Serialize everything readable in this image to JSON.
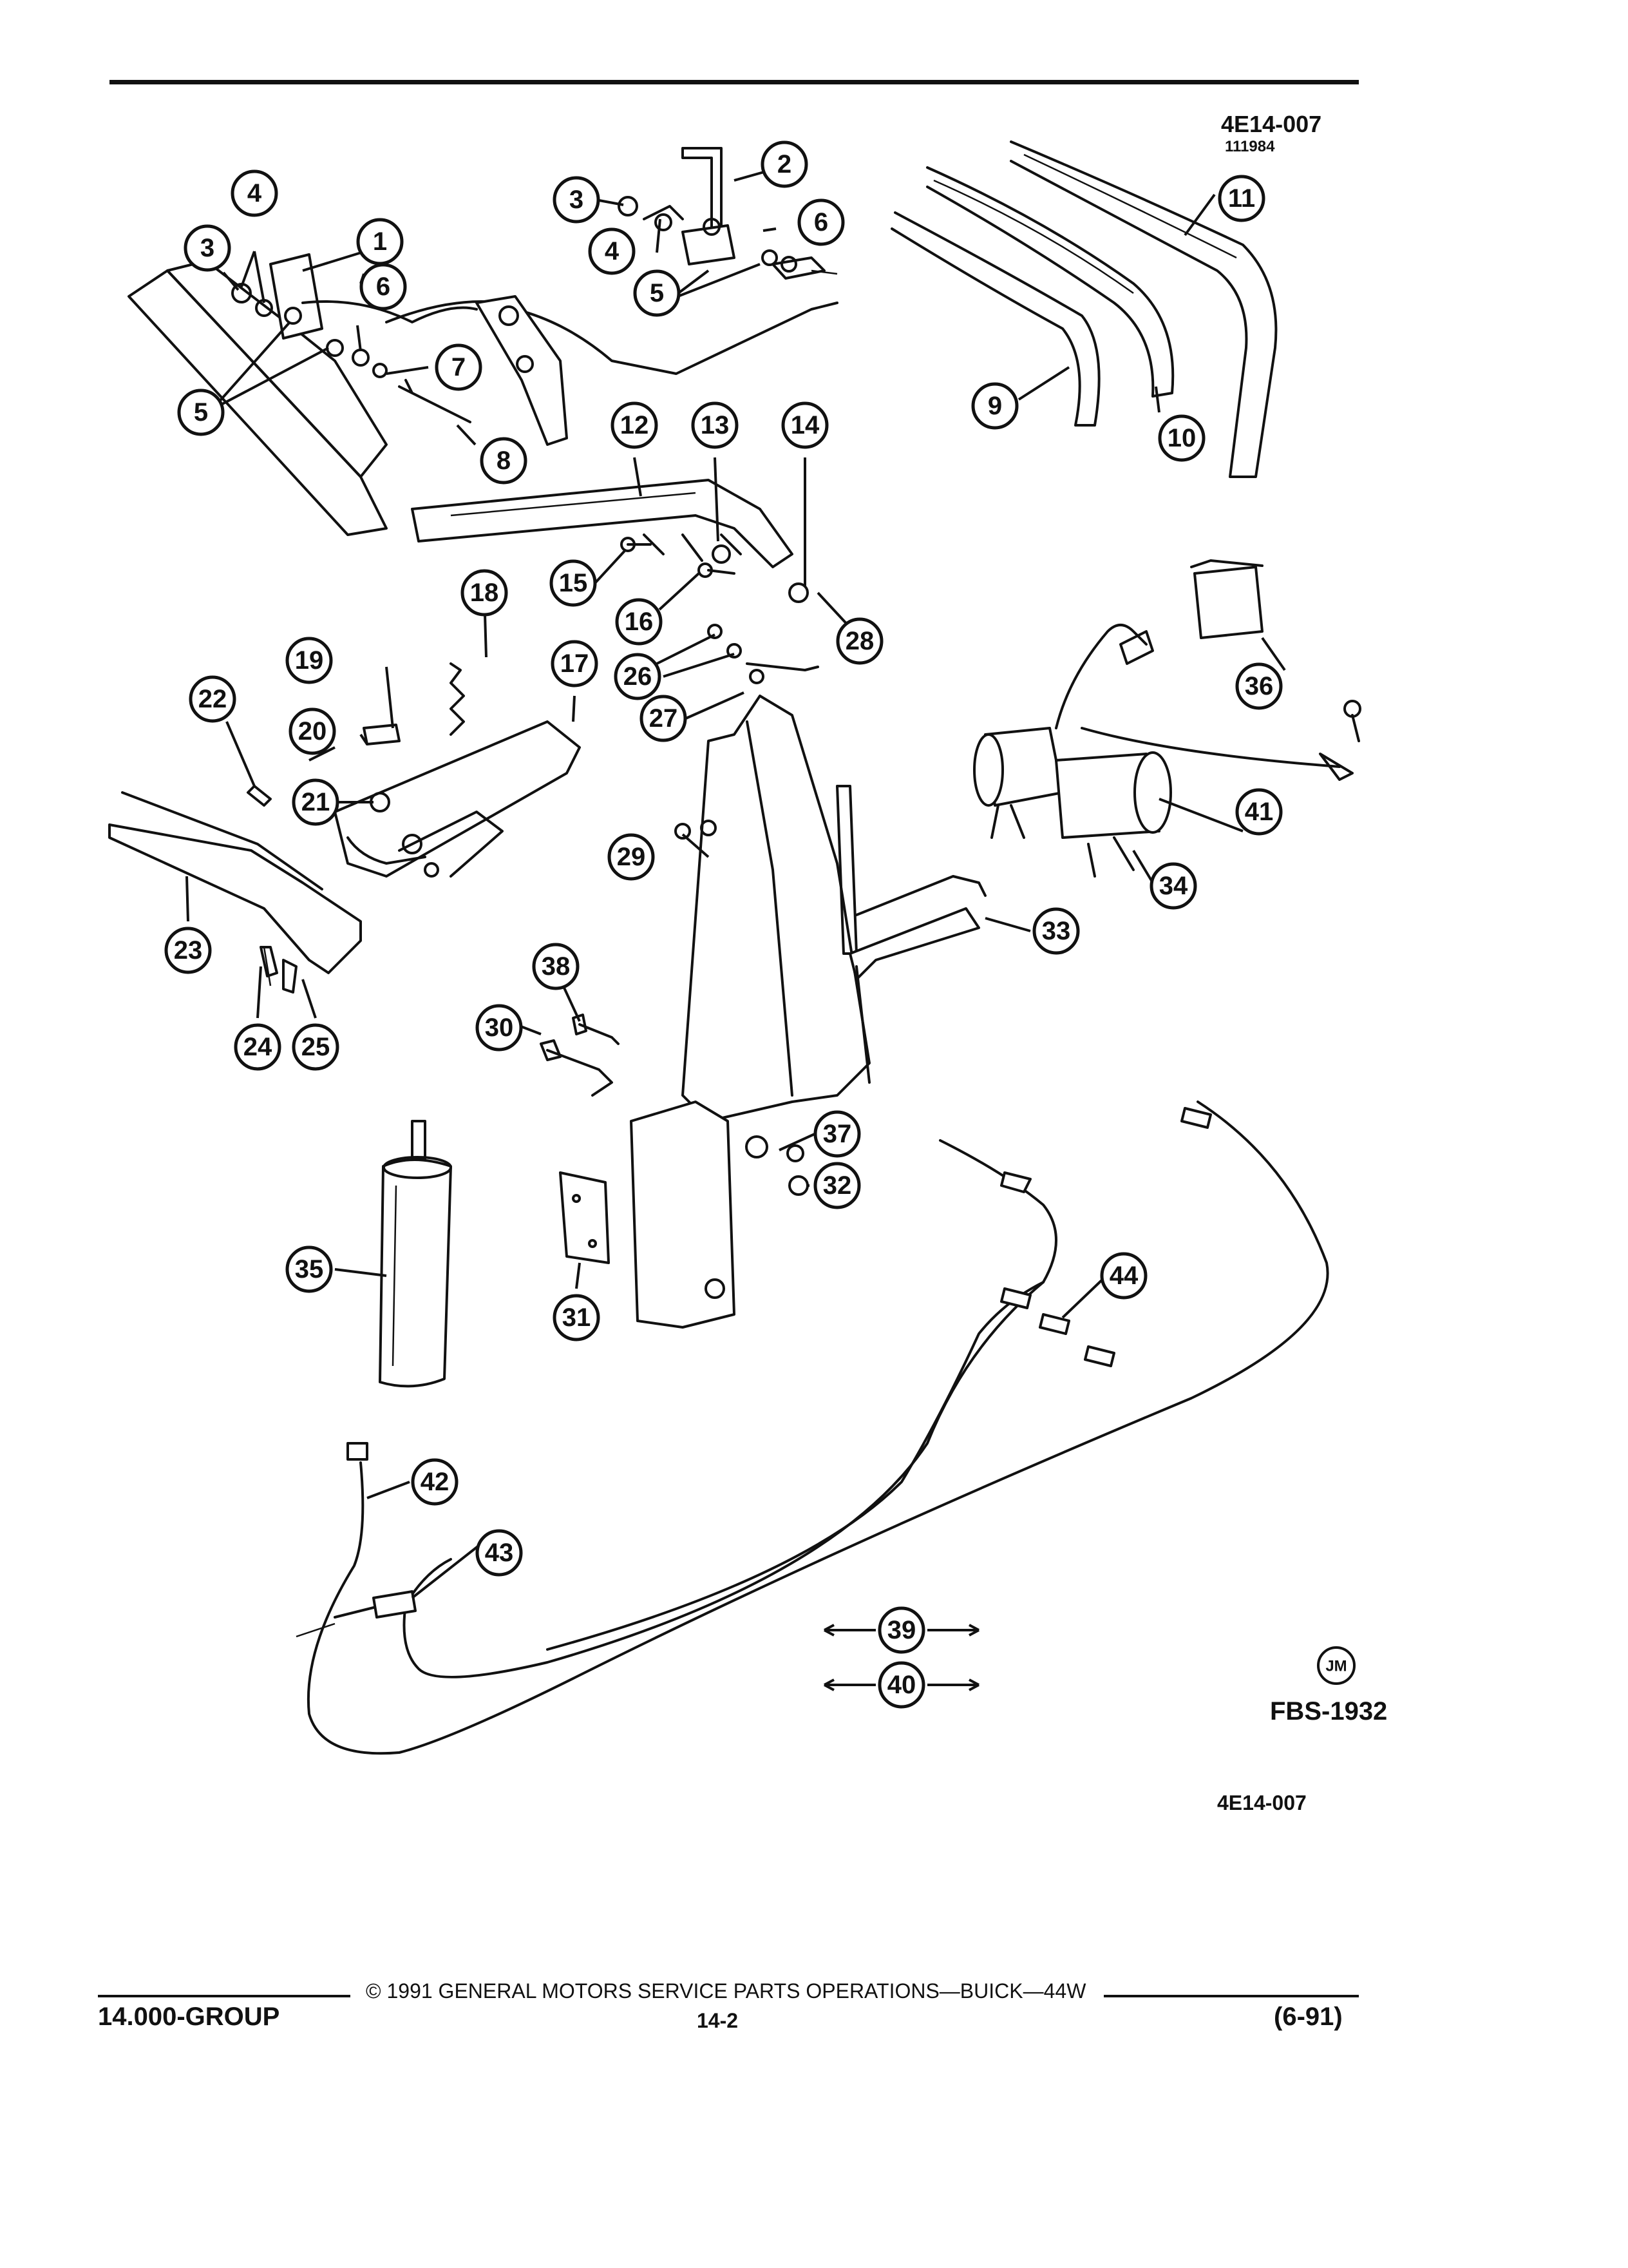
{
  "header": {
    "code_top": "4E14-007",
    "sub_code": "111984"
  },
  "figure": {
    "fbs_number": "FBS-1932",
    "code_bottom": "4E14-007",
    "logo_text": "JM"
  },
  "callouts": [
    "1",
    "2",
    "3",
    "3",
    "4",
    "4",
    "5",
    "5",
    "6",
    "6",
    "7",
    "8",
    "9",
    "10",
    "11",
    "12",
    "13",
    "14",
    "15",
    "16",
    "17",
    "18",
    "19",
    "20",
    "21",
    "22",
    "23",
    "24",
    "25",
    "26",
    "27",
    "28",
    "29",
    "30",
    "31",
    "32",
    "33",
    "34",
    "35",
    "36",
    "37",
    "38",
    "39",
    "40",
    "41",
    "42",
    "43",
    "44"
  ],
  "footer": {
    "copyright": "© 1991 GENERAL MOTORS SERVICE PARTS OPERATIONS—BUICK—44W",
    "group": "14.000-GROUP",
    "page": "14-2",
    "date": "(6-91)"
  }
}
